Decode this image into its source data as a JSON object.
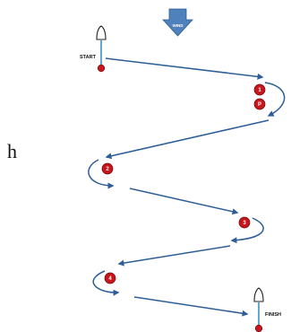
{
  "labels": {
    "wind": "WIND",
    "start": "START",
    "finish": "FINISH",
    "side_letter": "h"
  },
  "marks": [
    "1",
    "P",
    "2",
    "3",
    "4"
  ],
  "colors": {
    "leg_line": "#2E5E97",
    "mark_fill": "#C8161D",
    "mark_stroke": "#6B0A0A",
    "wind_arrow": "#4F81BD",
    "boat_stick": "#3A8FC7"
  },
  "icons": {
    "wind": "wind-arrow-icon",
    "start_boat": "committee-boat-icon",
    "finish_boat": "finish-boat-icon"
  }
}
